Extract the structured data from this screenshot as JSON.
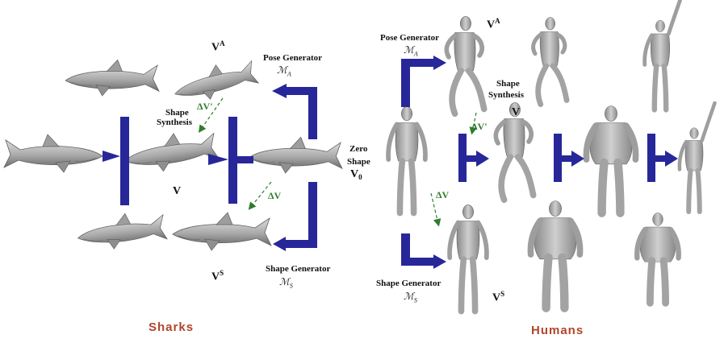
{
  "sharks": {
    "title": "Sharks",
    "pose_generator": {
      "label": "Pose Generator",
      "model": "ℳ",
      "model_sub": "A"
    },
    "shape_generator": {
      "label": "Shape Generator",
      "model": "ℳ",
      "model_sub": "S"
    },
    "shape_synthesis": {
      "line1": "Shape",
      "line2": "Synthesis"
    },
    "zero_shape": {
      "line1": "Zero",
      "line2": "Shape",
      "symbol": "V",
      "symbol_sub": "0"
    },
    "v_a": {
      "symbol": "V",
      "sup": "A"
    },
    "v": {
      "symbol": "V"
    },
    "v_s": {
      "symbol": "V",
      "sup": "S"
    },
    "delta_v_prime": "ΔV'",
    "delta_v": "ΔV"
  },
  "humans": {
    "title": "Humans",
    "pose_generator": {
      "label": "Pose Generator",
      "model": "ℳ",
      "model_sub": "A"
    },
    "shape_generator": {
      "label": "Shape Generator",
      "model": "ℳ",
      "model_sub": "S"
    },
    "shape_synthesis": {
      "line1": "Shape",
      "line2": "Synthesis"
    },
    "v_a": {
      "symbol": "V",
      "sup": "A"
    },
    "v": {
      "symbol": "V"
    },
    "v_s": {
      "symbol": "V",
      "sup": "S"
    },
    "delta_v_prime": "ΔV'",
    "delta_v": "ΔV"
  },
  "colors": {
    "bracket": "#27279a",
    "delta_arrow": "#2e7d2e",
    "title": "#b0452c",
    "mesh_fill": "#b9b9b9",
    "mesh_dark": "#6f6f6f"
  }
}
